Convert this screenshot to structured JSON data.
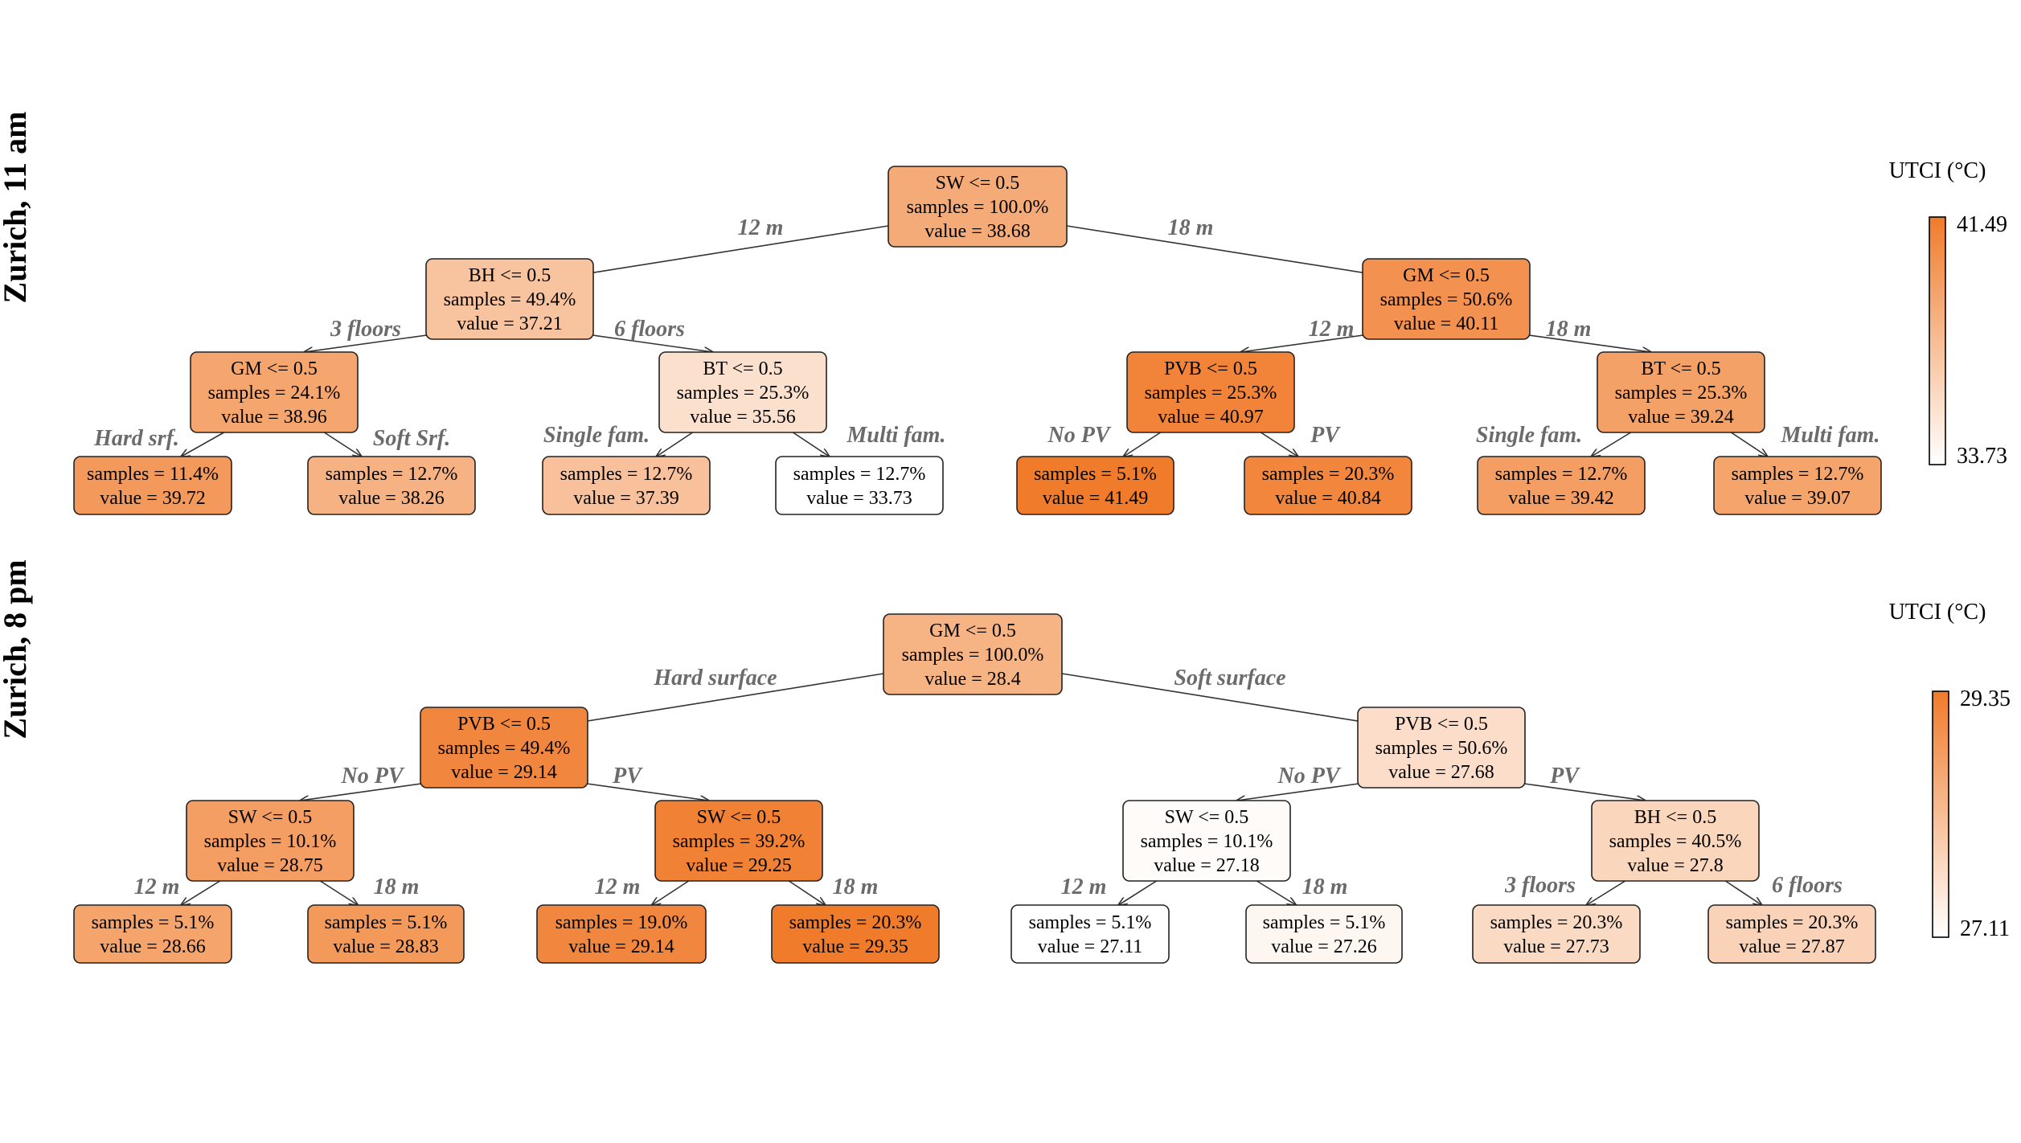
{
  "colors": {
    "low": "#ffffff",
    "high": "#f07b2a",
    "edge": "#333333",
    "node_border": "#222222"
  },
  "panels": [
    {
      "title": "Zurich, 11 am",
      "legend": {
        "title": "UTCI (°C)",
        "max_label": "41.49",
        "min_label": "33.73",
        "min": 33.73,
        "max": 41.49
      },
      "nodes": [
        {
          "id": "a0",
          "lines": [
            "SW <= 0.5",
            "samples = 100.0%",
            "value = 38.68"
          ],
          "value": 38.68
        },
        {
          "id": "a1",
          "lines": [
            "BH <= 0.5",
            "samples = 49.4%",
            "value = 37.21"
          ],
          "value": 37.21
        },
        {
          "id": "a2",
          "lines": [
            "GM <= 0.5",
            "samples = 50.6%",
            "value = 40.11"
          ],
          "value": 40.11
        },
        {
          "id": "a3",
          "lines": [
            "GM <= 0.5",
            "samples = 24.1%",
            "value = 38.96"
          ],
          "value": 38.96
        },
        {
          "id": "a4",
          "lines": [
            "BT <= 0.5",
            "samples = 25.3%",
            "value = 35.56"
          ],
          "value": 35.56
        },
        {
          "id": "a5",
          "lines": [
            "PVB <= 0.5",
            "samples = 25.3%",
            "value = 40.97"
          ],
          "value": 40.97
        },
        {
          "id": "a6",
          "lines": [
            "BT <= 0.5",
            "samples = 25.3%",
            "value = 39.24"
          ],
          "value": 39.24
        },
        {
          "id": "a7",
          "lines": [
            "samples = 11.4%",
            "value = 39.72"
          ],
          "value": 39.72
        },
        {
          "id": "a8",
          "lines": [
            "samples = 12.7%",
            "value = 38.26"
          ],
          "value": 38.26
        },
        {
          "id": "a9",
          "lines": [
            "samples = 12.7%",
            "value = 37.39"
          ],
          "value": 37.39
        },
        {
          "id": "a10",
          "lines": [
            "samples = 12.7%",
            "value = 33.73"
          ],
          "value": 33.73
        },
        {
          "id": "a11",
          "lines": [
            "samples = 5.1%",
            "value = 41.49"
          ],
          "value": 41.49
        },
        {
          "id": "a12",
          "lines": [
            "samples = 20.3%",
            "value = 40.84"
          ],
          "value": 40.84
        },
        {
          "id": "a13",
          "lines": [
            "samples = 12.7%",
            "value = 39.42"
          ],
          "value": 39.42
        },
        {
          "id": "a14",
          "lines": [
            "samples = 12.7%",
            "value = 39.07"
          ],
          "value": 39.07
        }
      ],
      "edges": [
        {
          "from": "a0",
          "to": "a1",
          "label": "12 m"
        },
        {
          "from": "a0",
          "to": "a2",
          "label": "18 m"
        },
        {
          "from": "a1",
          "to": "a3",
          "label": "3 floors"
        },
        {
          "from": "a1",
          "to": "a4",
          "label": "6 floors"
        },
        {
          "from": "a2",
          "to": "a5",
          "label": "12 m"
        },
        {
          "from": "a2",
          "to": "a6",
          "label": "18 m"
        },
        {
          "from": "a3",
          "to": "a7",
          "label": "Hard srf."
        },
        {
          "from": "a3",
          "to": "a8",
          "label": "Soft Srf."
        },
        {
          "from": "a4",
          "to": "a9",
          "label": "Single fam."
        },
        {
          "from": "a4",
          "to": "a10",
          "label": "Multi fam."
        },
        {
          "from": "a5",
          "to": "a11",
          "label": "No PV"
        },
        {
          "from": "a5",
          "to": "a12",
          "label": "PV"
        },
        {
          "from": "a6",
          "to": "a13",
          "label": "Single fam."
        },
        {
          "from": "a6",
          "to": "a14",
          "label": "Multi fam."
        }
      ]
    },
    {
      "title": "Zurich, 8 pm",
      "legend": {
        "title": "UTCI (°C)",
        "max_label": "29.35",
        "min_label": "27.11",
        "min": 27.11,
        "max": 29.35
      },
      "nodes": [
        {
          "id": "b0",
          "lines": [
            "GM <= 0.5",
            "samples = 100.0%",
            "value = 28.4"
          ],
          "value": 28.4
        },
        {
          "id": "b1",
          "lines": [
            "PVB <= 0.5",
            "samples = 49.4%",
            "value = 29.14"
          ],
          "value": 29.14
        },
        {
          "id": "b2",
          "lines": [
            "PVB <= 0.5",
            "samples = 50.6%",
            "value = 27.68"
          ],
          "value": 27.68
        },
        {
          "id": "b3",
          "lines": [
            "SW <= 0.5",
            "samples = 10.1%",
            "value = 28.75"
          ],
          "value": 28.75
        },
        {
          "id": "b4",
          "lines": [
            "SW <= 0.5",
            "samples = 39.2%",
            "value = 29.25"
          ],
          "value": 29.25
        },
        {
          "id": "b5",
          "lines": [
            "SW <= 0.5",
            "samples = 10.1%",
            "value = 27.18"
          ],
          "value": 27.18
        },
        {
          "id": "b6",
          "lines": [
            "BH <= 0.5",
            "samples = 40.5%",
            "value = 27.8"
          ],
          "value": 27.8
        },
        {
          "id": "b7",
          "lines": [
            "samples = 5.1%",
            "value = 28.66"
          ],
          "value": 28.66
        },
        {
          "id": "b8",
          "lines": [
            "samples = 5.1%",
            "value = 28.83"
          ],
          "value": 28.83
        },
        {
          "id": "b9",
          "lines": [
            "samples = 19.0%",
            "value = 29.14"
          ],
          "value": 29.14
        },
        {
          "id": "b10",
          "lines": [
            "samples = 20.3%",
            "value = 29.35"
          ],
          "value": 29.35
        },
        {
          "id": "b11",
          "lines": [
            "samples = 5.1%",
            "value = 27.11"
          ],
          "value": 27.11
        },
        {
          "id": "b12",
          "lines": [
            "samples = 5.1%",
            "value = 27.26"
          ],
          "value": 27.26
        },
        {
          "id": "b13",
          "lines": [
            "samples = 20.3%",
            "value = 27.73"
          ],
          "value": 27.73
        },
        {
          "id": "b14",
          "lines": [
            "samples = 20.3%",
            "value = 27.87"
          ],
          "value": 27.87
        }
      ],
      "edges": [
        {
          "from": "b0",
          "to": "b1",
          "label": "Hard surface"
        },
        {
          "from": "b0",
          "to": "b2",
          "label": "Soft surface"
        },
        {
          "from": "b1",
          "to": "b3",
          "label": "No PV"
        },
        {
          "from": "b1",
          "to": "b4",
          "label": "PV"
        },
        {
          "from": "b2",
          "to": "b5",
          "label": "No PV"
        },
        {
          "from": "b2",
          "to": "b6",
          "label": "PV"
        },
        {
          "from": "b3",
          "to": "b7",
          "label": "12 m"
        },
        {
          "from": "b3",
          "to": "b8",
          "label": "18 m"
        },
        {
          "from": "b4",
          "to": "b9",
          "label": "12 m"
        },
        {
          "from": "b4",
          "to": "b10",
          "label": "18 m"
        },
        {
          "from": "b5",
          "to": "b11",
          "label": "12 m"
        },
        {
          "from": "b5",
          "to": "b12",
          "label": "18 m"
        },
        {
          "from": "b6",
          "to": "b13",
          "label": "3 floors"
        },
        {
          "from": "b6",
          "to": "b14",
          "label": "6 floors"
        }
      ]
    }
  ]
}
